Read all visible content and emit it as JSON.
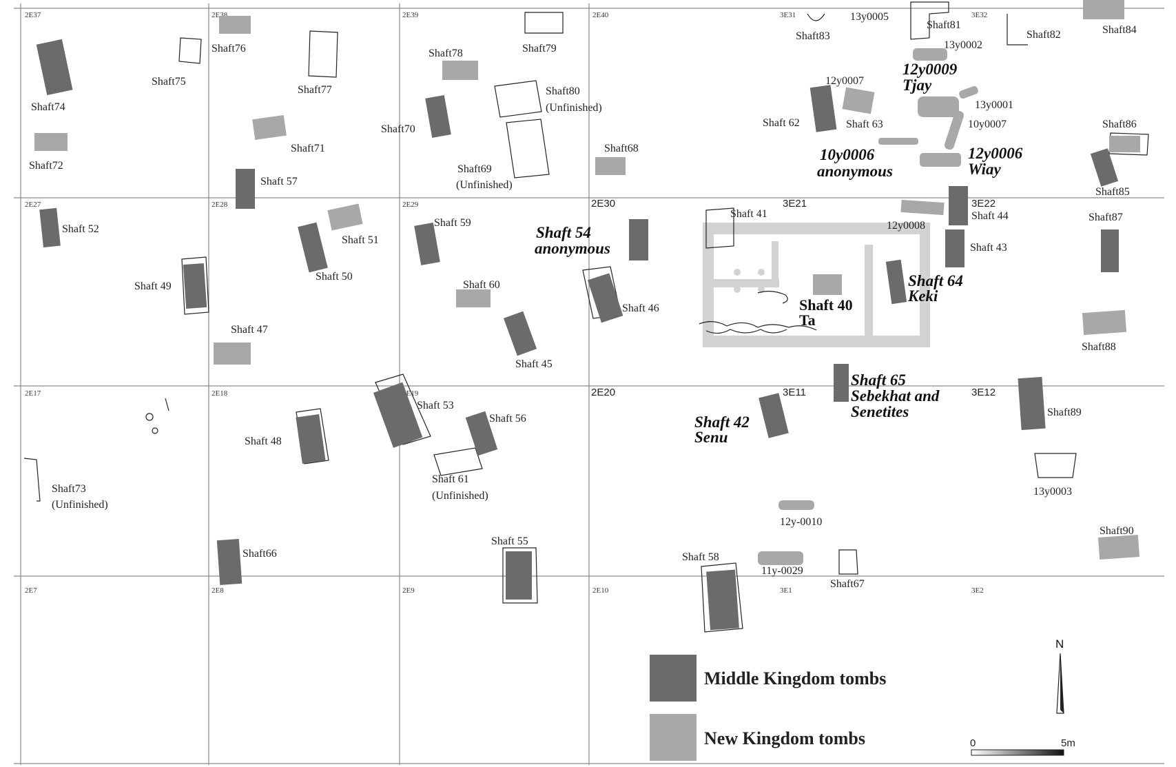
{
  "map": {
    "grid_squares": [
      "2E37",
      "2E38",
      "2E39",
      "2E40",
      "3E31",
      "3E32",
      "2E27",
      "2E28",
      "2E29",
      "2E30",
      "3E21",
      "3E22",
      "2E17",
      "2E18",
      "2E19",
      "2E20",
      "3E11",
      "3E12",
      "2E7",
      "2E8",
      "2E9",
      "2E10",
      "3E1",
      "3E2"
    ],
    "labels": {
      "shaft74": "Shaft74",
      "shaft75": "Shaft75",
      "shaft76": "Shaft76",
      "shaft77": "Shaft77",
      "shaft78": "Shaft78",
      "shaft79": "Shaft79",
      "shaft80": "Shaft80",
      "shaft80_note": "(Unfinished)",
      "shaft70": "Shaft70",
      "shaft71": "Shaft71",
      "shaft72": "Shaft72",
      "shaft57": "Shaft 57",
      "shaft69": "Shaft69",
      "shaft69_note": "(Unfinished)",
      "shaft68": "Shaft68",
      "shaft83": "Shaft83",
      "y13_0005": "13y0005",
      "shaft81": "Shaft81",
      "shaft82": "Shaft82",
      "shaft84": "Shaft84",
      "y13_0002": "13y0002",
      "y12_0009_a": "12y0009",
      "y12_0009_b": "Tjay",
      "y12_0007": "12y0007",
      "y13_0001": "13y0001",
      "y10_0007": "10y0007",
      "shaft62": "Shaft 62",
      "shaft63": "Shaft 63",
      "shaft86": "Shaft86",
      "y10_0006_a": "10y0006",
      "y10_0006_b": "anonymous",
      "y12_0006_a": "12y0006",
      "y12_0006_b": "Wiay",
      "shaft85": "Shaft85",
      "shaft52": "Shaft 52",
      "shaft51": "Shaft 51",
      "shaft59": "Shaft 59",
      "shaft54_a": "Shaft 54",
      "shaft54_b": "anonymous",
      "shaft41": "Shaft 41",
      "y12_0008": "12y0008",
      "shaft44": "Shaft 44",
      "shaft43": "Shaft 43",
      "shaft87": "Shaft87",
      "shaft49": "Shaft 49",
      "shaft50": "Shaft 50",
      "shaft60": "Shaft 60",
      "shaft46": "Shaft 46",
      "shaft40_a": "Shaft 40",
      "shaft40_b": "Ta",
      "shaft64_a": "Shaft 64",
      "shaft64_b": "Keki",
      "shaft47": "Shaft 47",
      "shaft45": "Shaft 45",
      "shaft88": "Shaft88",
      "shaft53": "Shaft 53",
      "shaft56": "Shaft 56",
      "shaft65_a": "Shaft 65",
      "shaft65_b": "Sebekhat and",
      "shaft65_c": "Senetites",
      "shaft42_a": "Shaft 42",
      "shaft42_b": "Senu",
      "shaft89": "Shaft89",
      "shaft48": "Shaft 48",
      "shaft73": "Shaft73",
      "shaft73_note": "(Unfinished)",
      "shaft61": "Shaft 61",
      "shaft61_note": "(Unfinished)",
      "y13_0003": "13y0003",
      "y12_0010": "12y-0010",
      "shaft66": "Shaft66",
      "shaft55": "Shaft 55",
      "shaft58": "Shaft 58",
      "y11_0029": "11y-0029",
      "shaft67": "Shaft67",
      "shaft90": "Shaft90"
    }
  },
  "legend": {
    "middle_kingdom": "Middle Kingdom tombs",
    "new_kingdom": "New Kingdom tombs",
    "middle_kingdom_color": "#6b6b6e",
    "new_kingdom_color": "#a8a8aa"
  },
  "north_arrow": {
    "label": "N"
  },
  "scale_bar": {
    "start": "0",
    "end": "5m"
  }
}
